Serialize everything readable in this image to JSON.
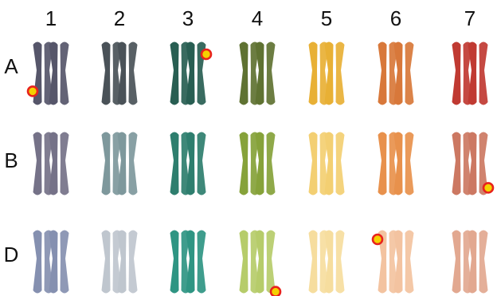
{
  "columns": [
    "1",
    "2",
    "3",
    "4",
    "5",
    "6",
    "7"
  ],
  "rows": [
    {
      "label": "A",
      "colors": [
        "#56566a",
        "#4a5258",
        "#285e52",
        "#5f7232",
        "#e8b035",
        "#d8783a",
        "#c03a32"
      ]
    },
    {
      "label": "B",
      "colors": [
        "#757288",
        "#7e989c",
        "#2e7e6e",
        "#86a23a",
        "#f3cf72",
        "#e8914c",
        "#cc7862"
      ]
    },
    {
      "label": "D",
      "colors": [
        "#8590b0",
        "#bfc6ce",
        "#2f9583",
        "#b6cc6a",
        "#f6dd9e",
        "#f3c3a0",
        "#e2a890"
      ]
    }
  ],
  "markers": [
    {
      "row": "A",
      "col": "1",
      "side": "left",
      "pos": 0.78
    },
    {
      "row": "A",
      "col": "3",
      "side": "right",
      "pos": 0.2
    },
    {
      "row": "B",
      "col": "7",
      "side": "right",
      "pos": 0.88
    },
    {
      "row": "D",
      "col": "4",
      "side": "right",
      "pos": 0.97
    },
    {
      "row": "D",
      "col": "6",
      "side": "left",
      "pos": 0.15
    }
  ],
  "marker_colors": {
    "fill": "#f5d100",
    "ring": "#e8231c"
  }
}
